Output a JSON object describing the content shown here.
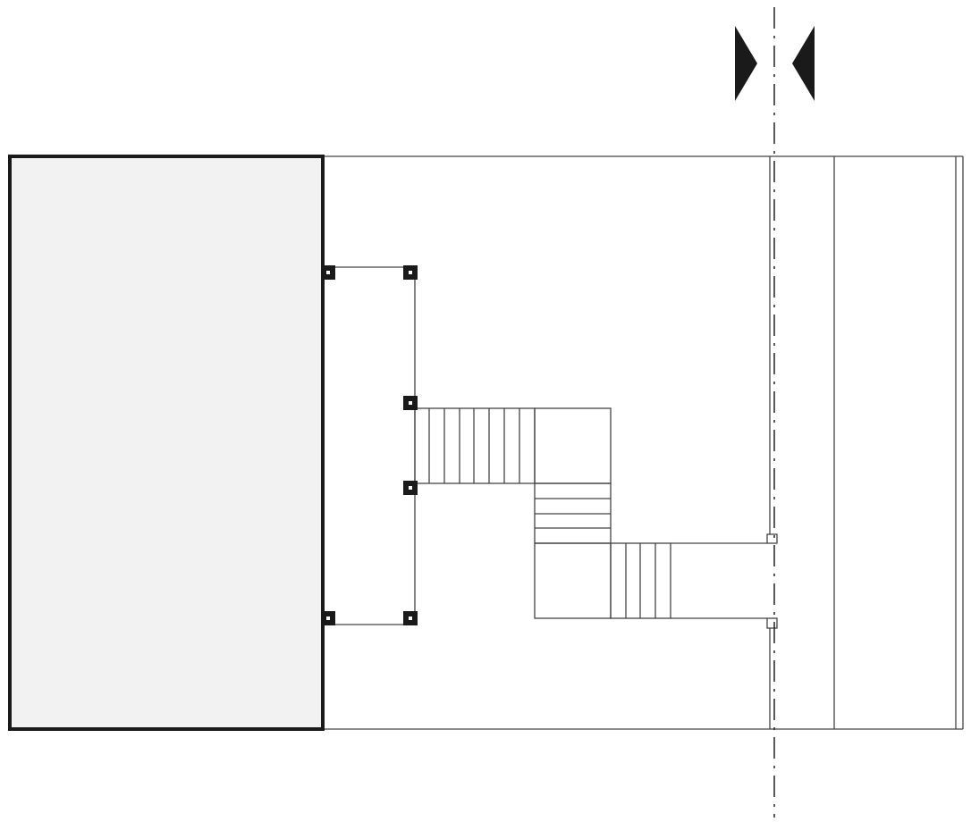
{
  "drawing": {
    "type": "architectural-plan",
    "colors": {
      "line": "#444444",
      "heavy": "#1a1a1a",
      "fill": "#f2f2f2"
    },
    "stairs": {
      "upper_flight_treads": 8,
      "middle_flight_treads": 4,
      "lower_flight_treads": 4
    },
    "columns": 6,
    "section_marker": "section-arrows"
  }
}
